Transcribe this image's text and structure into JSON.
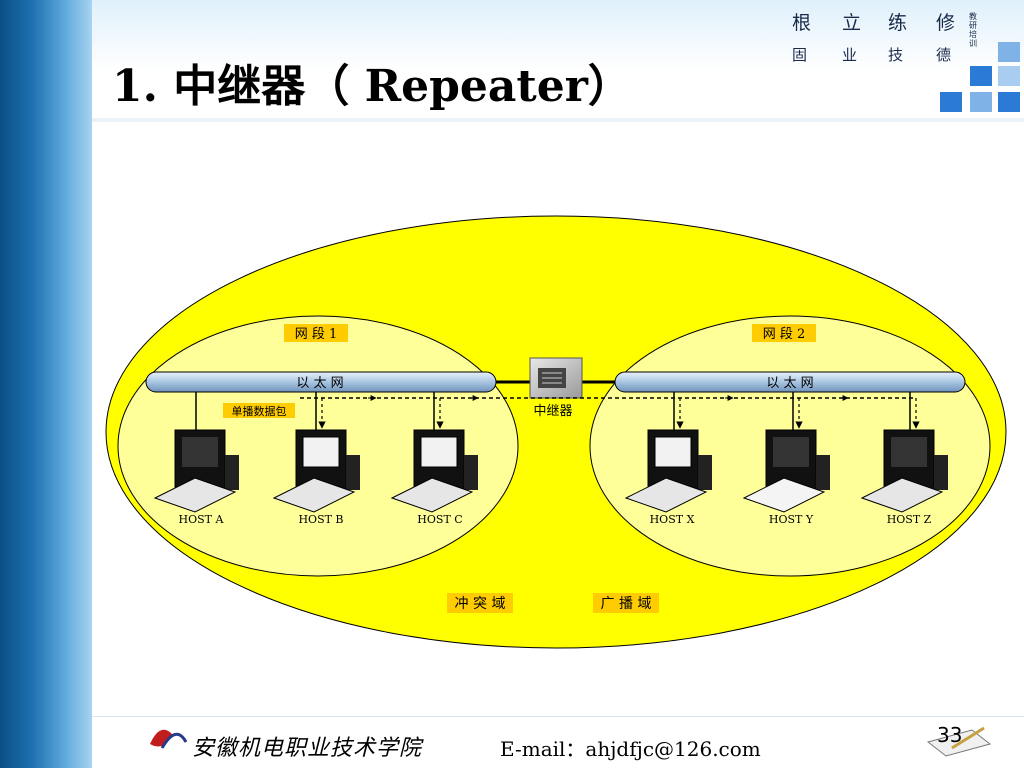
{
  "slide": {
    "title": "1.  中继器（ Repeater）",
    "motto_chars": [
      "根",
      "立",
      "练",
      "修",
      "固",
      "业",
      "技",
      "德"
    ],
    "motto_small": "教研培训",
    "page_number": "33",
    "email": "E-mail：ahjdfjc@126.com",
    "school": "安徽机电职业技术学院"
  },
  "diagram": {
    "segment1_label": "网 段 1",
    "segment2_label": "网 段 2",
    "ethernet_label": "以  太  网",
    "packet_label": "单播数据包",
    "repeater_label": "中继器",
    "collision_domain_label": "冲 突 域",
    "broadcast_domain_label": "广 播 域",
    "hosts_left": [
      "HOST A",
      "HOST B",
      "HOST C"
    ],
    "hosts_right": [
      "HOST X",
      "HOST Y",
      "HOST Z"
    ],
    "colors": {
      "outer_ellipse": "#ffff00",
      "inner_ellipse": "#ffff99",
      "label_box": "#ffcc00",
      "cable": "#b8d0e8"
    }
  }
}
